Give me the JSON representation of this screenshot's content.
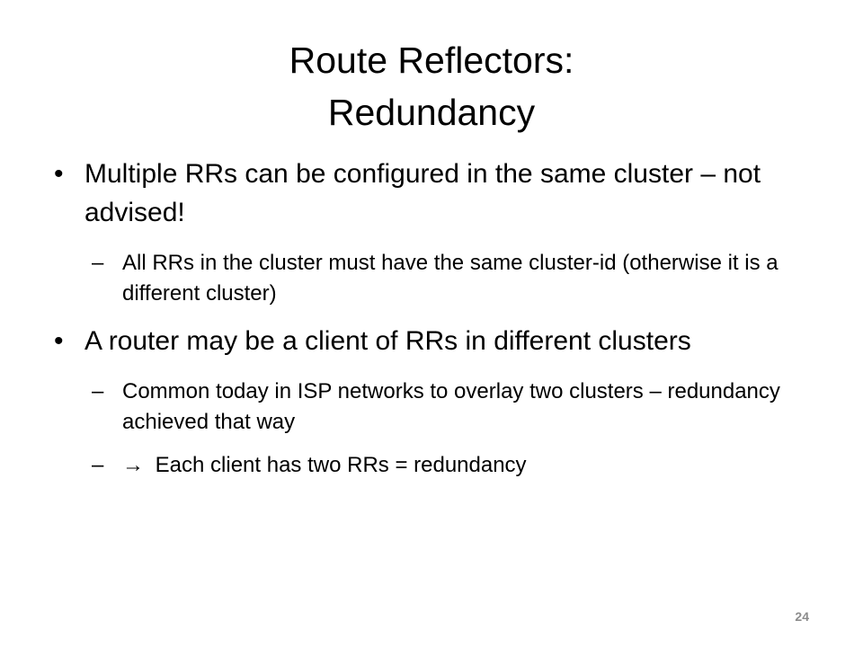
{
  "slide": {
    "title_line1": "Route Reflectors:",
    "title_line2": "Redundancy",
    "bullets": [
      {
        "text": "Multiple RRs can be configured in the same cluster – not advised!",
        "sub": [
          "All RRs in the cluster must have the same cluster-id (otherwise it is a different cluster)"
        ]
      },
      {
        "text": "A router may be a client of RRs in different clusters",
        "sub": [
          "Common today in ISP networks to overlay two clusters – redundancy achieved that way",
          "Each client has two RRs = redundancy"
        ]
      }
    ],
    "bullet_symbol": "•",
    "dash_symbol": "–",
    "arrow_symbol": "→",
    "page_number": "24"
  }
}
